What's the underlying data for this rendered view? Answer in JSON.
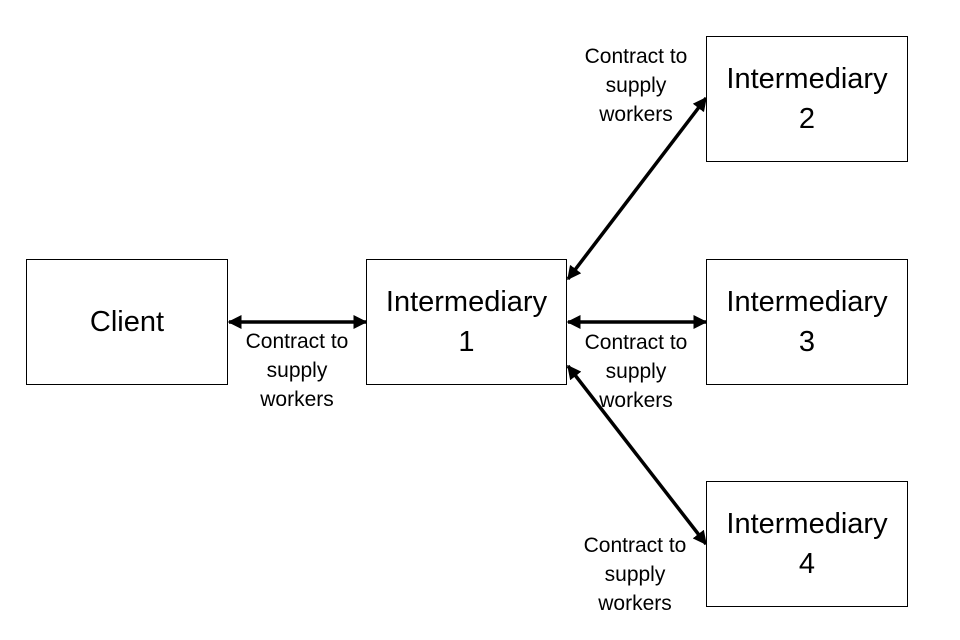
{
  "nodes": {
    "client": {
      "line1": "Client",
      "line2": ""
    },
    "intermediary_1": {
      "line1": "Intermediary",
      "line2": "1"
    },
    "intermediary_2": {
      "line1": "Intermediary",
      "line2": "2"
    },
    "intermediary_3": {
      "line1": "Intermediary",
      "line2": "3"
    },
    "intermediary_4": {
      "line1": "Intermediary",
      "line2": "4"
    }
  },
  "edges": {
    "client_to_i1": {
      "line1": "Contract to",
      "line2": "supply",
      "line3": "workers"
    },
    "i1_to_i2": {
      "line1": "Contract to",
      "line2": "supply",
      "line3": "workers"
    },
    "i1_to_i3": {
      "line1": "Contract to",
      "line2": "supply",
      "line3": "workers"
    },
    "i1_to_i4": {
      "line1": "Contract to",
      "line2": "supply",
      "line3": "workers"
    }
  }
}
